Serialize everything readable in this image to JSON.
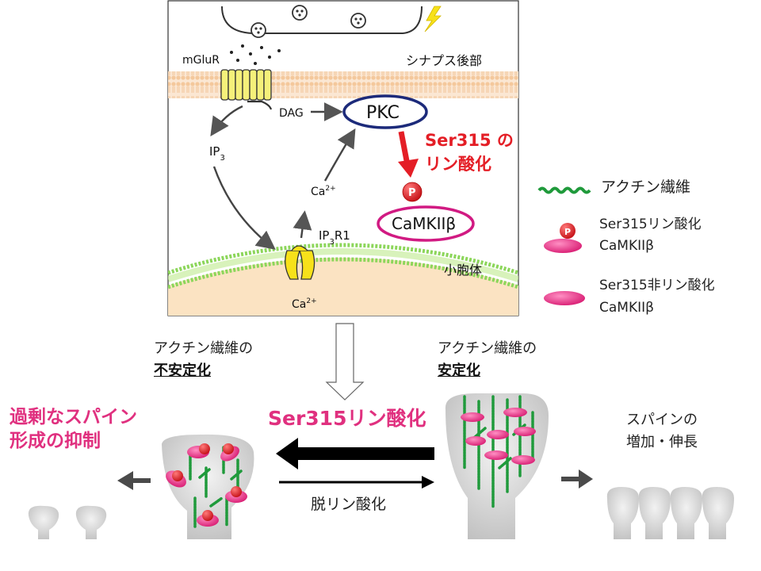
{
  "panel": {
    "receptor": "mGluR",
    "postsynaptic": "シナプス後部",
    "dag": "DAG",
    "pkc": "PKC",
    "ip3_base": "IP",
    "ip3_sub": "3",
    "ca_cytosol": "Ca",
    "ca_sup": "2+",
    "ip3r1_a": "IP",
    "ip3r1_sub": "3",
    "ip3r1_b": "R1",
    "er": "小胞体",
    "ca_er": "Ca",
    "ca_er_sup": "2+",
    "phospho_line1": "Ser315 の",
    "phospho_line2": "リン酸化",
    "p_mark": "P",
    "camk": "CaMKIIβ"
  },
  "legend": {
    "actin": "アクチン繊維",
    "phos_line1": "Ser315リン酸化",
    "phos_line2": "CaMKIIβ",
    "nonphos_line1": "Ser315非リン酸化",
    "nonphos_line2": "CaMKIIβ"
  },
  "bottom": {
    "left_caption_line1": "アクチン繊維の",
    "left_caption_line2": "不安定化",
    "right_caption_line1": "アクチン繊維の",
    "right_caption_line2": "安定化",
    "suppress_line1": "過剰なスパイン",
    "suppress_line2": "形成の抑制",
    "phosphorylation": "Ser315リン酸化",
    "dephosphorylation": "脱リン酸化",
    "growth_line1": "スパインの",
    "growth_line2": "増加・伸長",
    "p_mark": "P"
  },
  "colors": {
    "magenta": "#e0307f",
    "red": "#e41e26",
    "actin_green": "#1f9a3b",
    "membrane_green": "#8cd65a",
    "membrane_peach": "#f7cfa6",
    "pkc_navy": "#1c2a7a",
    "spine_gray": "#c8c8c8"
  }
}
